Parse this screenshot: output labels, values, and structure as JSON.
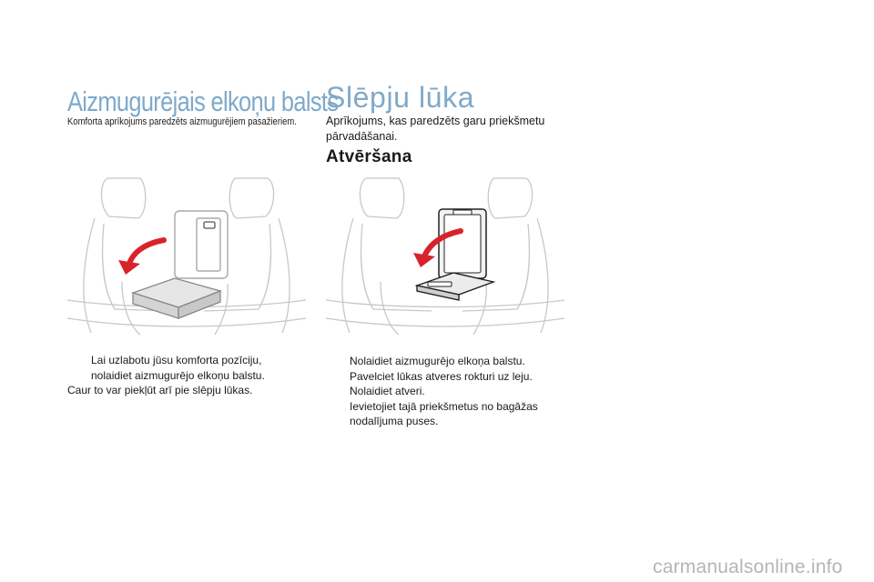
{
  "left": {
    "title": "Aizmugurējais elkoņu balsts",
    "subtitle": "Komforta aprīkojums paredzēts aizmugurējiem pasažieriem.",
    "items": [
      "Lai uzlabotu jūsu komforta pozīciju, nolaidiet aizmugurējo elkoņu balstu."
    ],
    "note": "Caur to var piekļūt arī pie slēpju lūkas."
  },
  "right": {
    "title": "Slēpju lūka",
    "description": "Aprīkojums, kas paredzēts garu priekšmetu pārvadāšanai.",
    "section_heading": "Atvēršana",
    "items": [
      "Nolaidiet aizmugurējo elkoņa balstu.",
      "Pavelciet lūkas atveres rokturi uz leju.",
      "Nolaidiet atveri.",
      "Ievietojiet tajā priekšmetus no bagāžas nodalījuma puses."
    ]
  },
  "bullet_symbol": "",
  "watermark": "carmanualsonline.info"
}
